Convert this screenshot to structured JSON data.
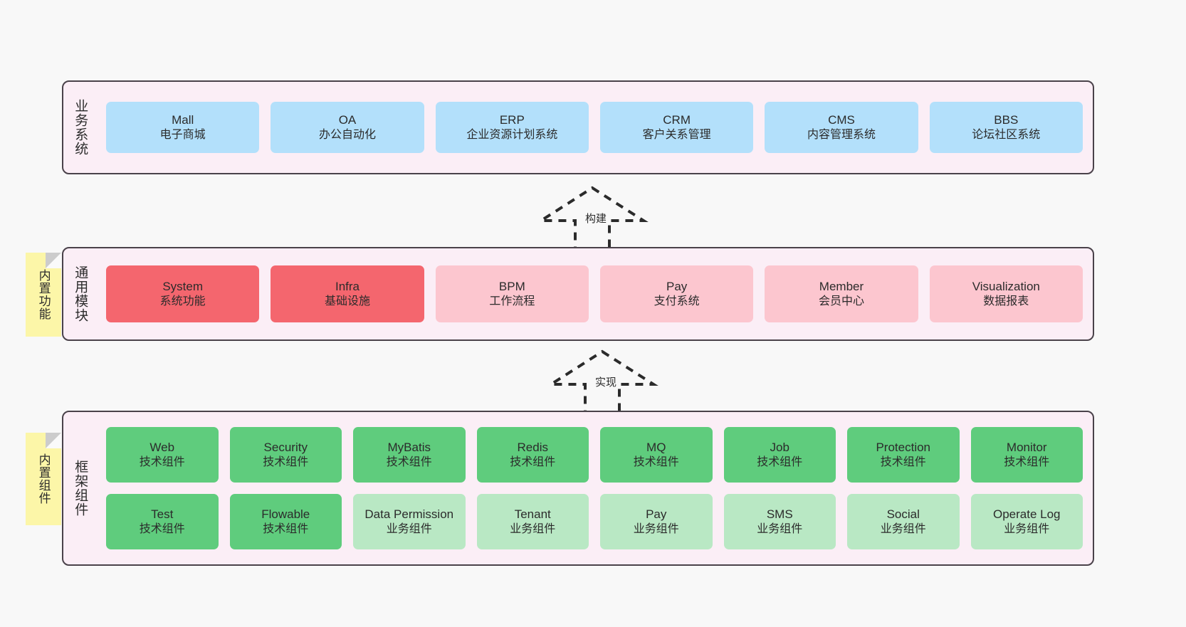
{
  "diagram": {
    "background_color": "#f8f8f8",
    "border_color": "#4a424a",
    "layer_fill": "#fbeef6",
    "sticky_color": "#fcf6a8",
    "palette": {
      "blue": "#b3e0fb",
      "red": "#f4666e",
      "pink": "#fcc6cf",
      "green": "#5fcc7d",
      "green_light": "#b9e8c4"
    }
  },
  "layers": {
    "business": {
      "title": "业务系统",
      "rows": [
        [
          {
            "name": "Mall",
            "desc": "电子商城",
            "color": "blue"
          },
          {
            "name": "OA",
            "desc": "办公自动化",
            "color": "blue"
          },
          {
            "name": "ERP",
            "desc": "企业资源计划系统",
            "color": "blue"
          },
          {
            "name": "CRM",
            "desc": "客户关系管理",
            "color": "blue"
          },
          {
            "name": "CMS",
            "desc": "内容管理系统",
            "color": "blue"
          },
          {
            "name": "BBS",
            "desc": "论坛社区系统",
            "color": "blue"
          }
        ]
      ]
    },
    "common": {
      "title": "通用模块",
      "sticky": "内置功能",
      "rows": [
        [
          {
            "name": "System",
            "desc": "系统功能",
            "color": "red"
          },
          {
            "name": "Infra",
            "desc": "基础设施",
            "color": "red"
          },
          {
            "name": "BPM",
            "desc": "工作流程",
            "color": "pink"
          },
          {
            "name": "Pay",
            "desc": "支付系统",
            "color": "pink"
          },
          {
            "name": "Member",
            "desc": "会员中心",
            "color": "pink"
          },
          {
            "name": "Visualization",
            "desc": "数据报表",
            "color": "pink"
          }
        ]
      ]
    },
    "framework": {
      "title": "框架组件",
      "sticky": "内置组件",
      "rows": [
        [
          {
            "name": "Web",
            "desc": "技术组件",
            "color": "green"
          },
          {
            "name": "Security",
            "desc": "技术组件",
            "color": "green"
          },
          {
            "name": "MyBatis",
            "desc": "技术组件",
            "color": "green"
          },
          {
            "name": "Redis",
            "desc": "技术组件",
            "color": "green"
          },
          {
            "name": "MQ",
            "desc": "技术组件",
            "color": "green"
          },
          {
            "name": "Job",
            "desc": "技术组件",
            "color": "green"
          },
          {
            "name": "Protection",
            "desc": "技术组件",
            "color": "green"
          },
          {
            "name": "Monitor",
            "desc": "技术组件",
            "color": "green"
          }
        ],
        [
          {
            "name": "Test",
            "desc": "技术组件",
            "color": "green"
          },
          {
            "name": "Flowable",
            "desc": "技术组件",
            "color": "green"
          },
          {
            "name": "Data Permission",
            "desc": "业务组件",
            "color": "green_light"
          },
          {
            "name": "Tenant",
            "desc": "业务组件",
            "color": "green_light"
          },
          {
            "name": "Pay",
            "desc": "业务组件",
            "color": "green_light"
          },
          {
            "name": "SMS",
            "desc": "业务组件",
            "color": "green_light"
          },
          {
            "name": "Social",
            "desc": "业务组件",
            "color": "green_light"
          },
          {
            "name": "Operate Log",
            "desc": "业务组件",
            "color": "green_light"
          }
        ]
      ]
    }
  },
  "connectors": [
    {
      "id": "build",
      "label": "构建",
      "style": "dashed-hollow-triangle",
      "direction": "up"
    },
    {
      "id": "realize",
      "label": "实现",
      "style": "dashed-hollow-triangle",
      "direction": "up"
    }
  ]
}
